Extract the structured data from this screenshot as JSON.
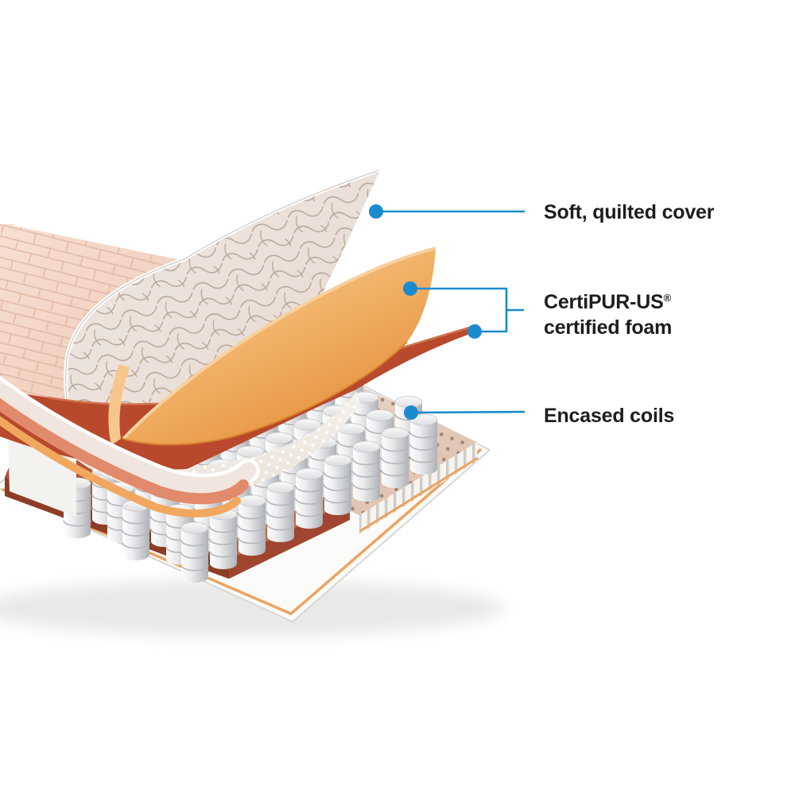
{
  "accent_blue": "#1a8bce",
  "text_color": "#1d1d1d",
  "labels": {
    "cover": "Soft, quilted cover",
    "foam_line1": "CertiPUR-US",
    "foam_registered": "®",
    "foam_line2": "certified foam",
    "coils": "Encased coils"
  },
  "colors": {
    "cover_quilt": "#ebe1da",
    "cover_outer": "#f2d3c2",
    "foam_orange": "#f0ad5c",
    "foam_red": "#b8492c",
    "foam_red_bevel": "#d2714d",
    "base_rust_front": "#8e3c26",
    "base_rust_side": "#a04630",
    "base_tan": "#e6ccbe",
    "base_trim": "#eda35f",
    "board_white": "#fbfbfa",
    "coil_gray": "#d9dadd"
  }
}
